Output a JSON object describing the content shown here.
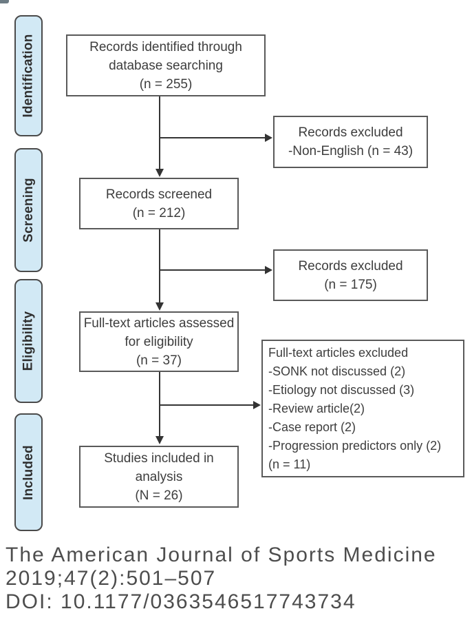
{
  "stages": [
    {
      "label": "Identification"
    },
    {
      "label": "Screening"
    },
    {
      "label": "Eligibility"
    },
    {
      "label": "Included"
    }
  ],
  "flow": {
    "identified": "Records identified through\ndatabase searching\n(n = 255)",
    "excluded_language": "Records excluded\n-Non-English (n = 43)",
    "screened": "Records screened\n(n = 212)",
    "excluded_screening": "Records excluded\n(n = 175)",
    "fulltext": "Full-text articles assessed\nfor eligibility\n(n = 37)",
    "fulltext_excluded": "Full-text articles excluded\n-SONK not discussed (2)\n-Etiology not discussed (3)\n-Review article(2)\n-Case report (2)\n-Progression predictors only (2)\n(n = 11)",
    "included": "Studies included in\nanalysis\n(N = 26)"
  },
  "citation": {
    "journal": "The American Journal of Sports Medicine",
    "issue": "2019;47(2):501–507",
    "doi": "DOI: 10.1177/0363546517743734"
  },
  "colors": {
    "stage_fill": "#d2e9f5",
    "stage_border": "#4a4a4a",
    "box_border": "#595959",
    "box_text": "#3d3d3d",
    "arrow": "#333333",
    "citation_text": "#4d4d4d"
  }
}
